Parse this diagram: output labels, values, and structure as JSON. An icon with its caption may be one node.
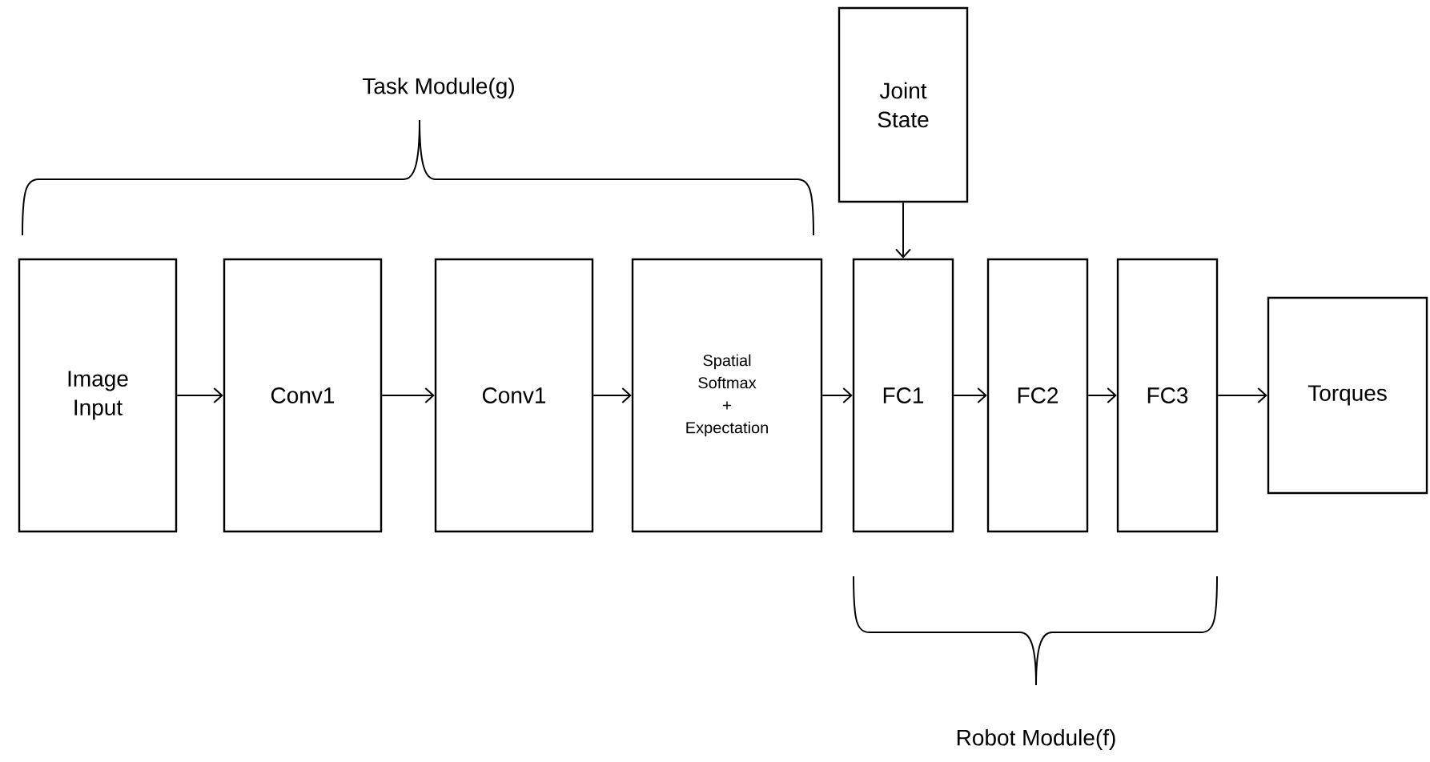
{
  "diagram": {
    "nodes": [
      {
        "text": [
          "Image Input"
        ]
      },
      {
        "text": [
          "Conv1"
        ]
      },
      {
        "text": [
          "Conv1"
        ]
      },
      {
        "text": [
          "Spatial Softmax + Expectation"
        ]
      },
      {
        "text": [
          "FC1"
        ]
      },
      {
        "text": [
          "FC2"
        ]
      },
      {
        "text": [
          "FC3"
        ]
      },
      {
        "text": [
          "Torques"
        ]
      },
      {
        "text": [
          "Joint State"
        ]
      }
    ],
    "edges": [
      {
        "from": 0,
        "to": 1,
        "arrow": "to"
      },
      {
        "from": 1,
        "to": 2,
        "arrow": "to"
      },
      {
        "from": 2,
        "to": 3,
        "arrow": "to"
      },
      {
        "from": 3,
        "to": 4,
        "arrow": "to"
      },
      {
        "from": 4,
        "to": 5,
        "arrow": "to"
      },
      {
        "from": 5,
        "to": 6,
        "arrow": "to"
      },
      {
        "from": 6,
        "to": 7,
        "arrow": "to"
      },
      {
        "from": 8,
        "to": 4,
        "arrow": "to"
      }
    ],
    "labels": [
      "Task Module(g)",
      "Robot Module(f)"
    ]
  }
}
